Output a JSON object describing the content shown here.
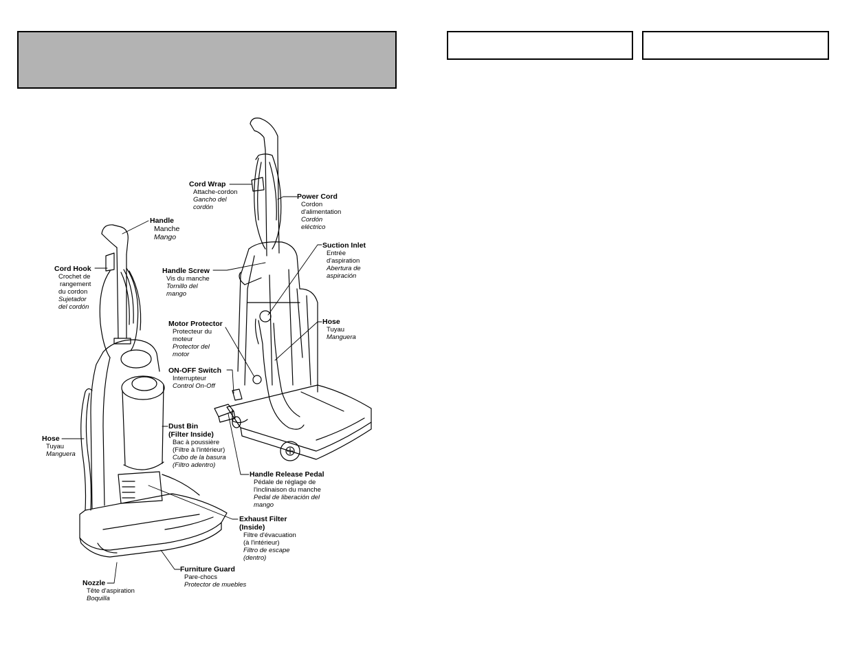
{
  "labels": {
    "cord_wrap": {
      "en": "Cord Wrap",
      "fr": "Attache-cordon",
      "es1": "Gancho del",
      "es2": "cordón"
    },
    "power_cord": {
      "en": "Power Cord",
      "fr1": "Cordon",
      "fr2": "d'alimentation",
      "es1": "Cordón",
      "es2": "eléctrico"
    },
    "handle": {
      "en": "Handle",
      "fr": "Manche",
      "es": "Mango"
    },
    "suction_inlet": {
      "en": "Suction Inlet",
      "fr1": "Entrée",
      "fr2": "d'aspiration",
      "es1": "Abertura de",
      "es2": "aspiración"
    },
    "cord_hook": {
      "en": "Cord Hook",
      "fr1": "Crochet de",
      "fr2": "rangement",
      "fr3": "du cordon",
      "es1": "Sujetador",
      "es2": "del cordón"
    },
    "handle_screw": {
      "en": "Handle Screw",
      "fr": "Vis du manche",
      "es1": "Tornillo del",
      "es2": "mango"
    },
    "motor_protector": {
      "en": "Motor Protector",
      "fr1": "Protecteur du",
      "fr2": "moteur",
      "es1": "Protector del",
      "es2": "motor"
    },
    "hose_right": {
      "en": "Hose",
      "fr": "Tuyau",
      "es": "Manguera"
    },
    "on_off_switch": {
      "en": "ON-OFF Switch",
      "fr": "Interrupteur",
      "es": "Control On-Off"
    },
    "dust_bin": {
      "en1": "Dust Bin",
      "en2": "(Filter Inside)",
      "fr1": "Bac à poussière",
      "fr2": "(Filtre à l'intérieur)",
      "es1": "Cubo de la basura",
      "es2": "(Filtro adentro)"
    },
    "hose_left": {
      "en": "Hose",
      "fr": "Tuyau",
      "es": "Manguera"
    },
    "handle_release": {
      "en": "Handle Release Pedal",
      "fr1": "Pédale de réglage de",
      "fr2": "l'inclinaison du manche",
      "es1": "Pedal de liberación del",
      "es2": "mango"
    },
    "exhaust_filter": {
      "en1": "Exhaust Filter",
      "en2": "(Inside)",
      "fr1": "Filtre d'évacuation",
      "fr2": "(à l'intérieur)",
      "es1": "Filtro de escape",
      "es2": "(dentro)"
    },
    "furniture_guard": {
      "en": "Furniture Guard",
      "fr": "Pare-chocs",
      "es": "Protector de muebles"
    },
    "nozzle": {
      "en": "Nozzle",
      "fr": "Tête d'aspiration",
      "es": "Boquilla"
    }
  }
}
